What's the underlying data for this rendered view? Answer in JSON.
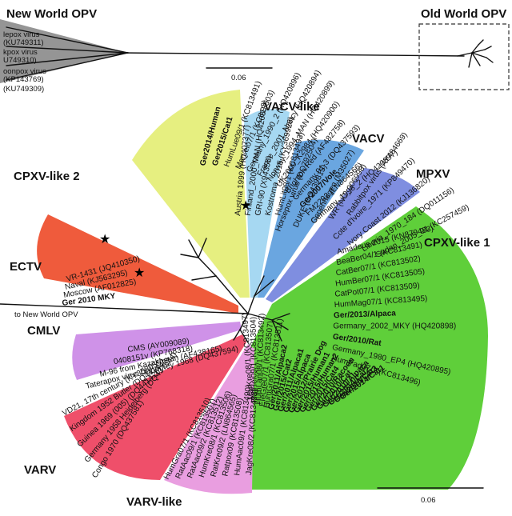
{
  "top_tree": {
    "new_world_label": "New World OPV",
    "old_world_label": "Old World OPV",
    "scale_value": "0.06",
    "taxa": [
      {
        "name": "lepox virus",
        "acc": "(KU749311)"
      },
      {
        "name": "kpox virus",
        "acc": "U749310)"
      },
      {
        "name": "oonpox virus",
        "acc": "(KP143769)"
      },
      {
        "name": "",
        "acc": "(KU749309)"
      }
    ]
  },
  "clades": {
    "vacv_like": "VACV-like",
    "vacv": "VACV",
    "mpxv": "MPXV",
    "cpxv_like_2": "CPXV-like 2",
    "cpxv_like_1": "CPXV-like 1",
    "ectv": "ECTV",
    "cmlv": "CMLV",
    "varv": "VARV",
    "varv_like": "VARV-like"
  },
  "outgroup_label": "to New World OPV",
  "bottom_scale_value": "0.06",
  "colors": {
    "cpxv2": "#e6ef80",
    "vacv_like": "#9fd4ef",
    "vacv": "#6aa6e0",
    "mpxv": "#7f8ee0",
    "cpxv1": "#5fcf3a",
    "ectv": "#ef5b3c",
    "cmlv": "#cf92e8",
    "varv": "#ef4f6a",
    "varv_like": "#e99ee0",
    "new_world": "#7a7a7a"
  },
  "taxa": {
    "cpxv2": [
      "Ger2014/Human",
      "Ger2015/Cat1",
      "HumLue09/1 (KC813491)",
      "MarLei07/1 (KC813503)",
      "Germany_1990_2 (HQ420896)",
      "France_2001_Nancy (HQ420894)",
      "Norway_1994_MAN (HQ420899)",
      "UK2000_K2984 (HQ420900)",
      "Brighton Red (AF482758)",
      "Germany 91-3 (DQ437593)",
      "Ger2007/Vole",
      "FM2292 (LN864566)",
      "Germany_1998_2 (HQ420897)"
    ],
    "vacv_like": [
      "Austria 1999 (HQ407377)",
      "Finland_2000_MAN (HQ420893)",
      "GRI-90 (X94355)",
      "Kostroma_2015 (KY369926)",
      "HumLit08/1 (KC813493)"
    ],
    "vacv": [
      "Horsepox virus (DQ792504)",
      "DUKE (DQ439815)",
      "Copenhagen (M35027)",
      "WR (NC_006998)",
      "Rabbitpox virus (AY484669)"
    ],
    "mpxv": [
      "Cote d'Ivoire_1971 (KP849470)",
      "Ivory Coast 2012 (KJ136820)",
      "Liberia_1970_184 (DQ011156)",
      "Sudan_2005_01 (KC257459)"
    ],
    "cpxv1": [
      "Amadeus 2015 (KN879483)",
      "BeaBer04/1 (KC813491)",
      "CatBer07/1 (KC813502)",
      "HumBer07/1 (KC813505)",
      "CatPot07/1 (KC813509)",
      "HumMag07/1 (KC813495)",
      "Ger/2013/Alpaca",
      "Germany_2002_MKY (HQ420898)",
      "Ger/2010/Rat",
      "Germany_1980_EP4 (HQ420895)",
      "HumPad07/1 (KC813496)",
      "Ger/2014/Cat1",
      "Ger/2015/Cat3",
      "Ger/2014/Cat2",
      "Ger/2010/Alpaca",
      "Ger/2010/Cat",
      "Ger/2010/Racoon",
      "Ger/2015/Cat4",
      "Ger/2015/Human2",
      "Ger/2015/Human1",
      "Ger/2012/Prairie Dog",
      "Ger/2015/Alpaca",
      "Ger/2011/Alpaca1",
      "Ger/2015/Cat2",
      "Ger/2011/Alpaca2",
      "HumGra07/1 (KC813511)",
      "EleGre07/1 (KC813507)",
      "HumLan08/1 (KC813492)",
      "RatHei09/1 (KC813504)",
      "MarKre08/1 (KC813497)"
    ],
    "ectv": [
      "VR-1431 (JQ410350)",
      "Naval (KJ563295)",
      "Moscow (AF012825)",
      "Ger 2010 MKY"
    ],
    "cmlv": [
      "CMS (AY009089)",
      "0408151v (KP768318)",
      "M-96 from Kazakhstan (AF438165)",
      "Taterapox virus Dahomey 1968 (DQ437594)"
    ],
    "varv": [
      "VD21, 17th century (KY358055)",
      "Kingdom 1952 Butler (DQ441447)",
      "Guinea 1969 (005) (DQ441426)",
      "Germany 1958 Heidelberg (DQ437584)",
      "Congo 1970 (DQ437581)"
    ],
    "varv_like": [
      "HumGra07/1 (KC813510)",
      "RatAac09/1 (KC813501)",
      "RatAac09/2 (KC813512)",
      "HumKre08/1 (KC813506)",
      "RatKre09/2 (LN864565)",
      "Ratpox09 (KC813508)",
      "HumAac09/1 (KC813490)",
      "JagKre08/2 (KC813498)"
    ]
  }
}
